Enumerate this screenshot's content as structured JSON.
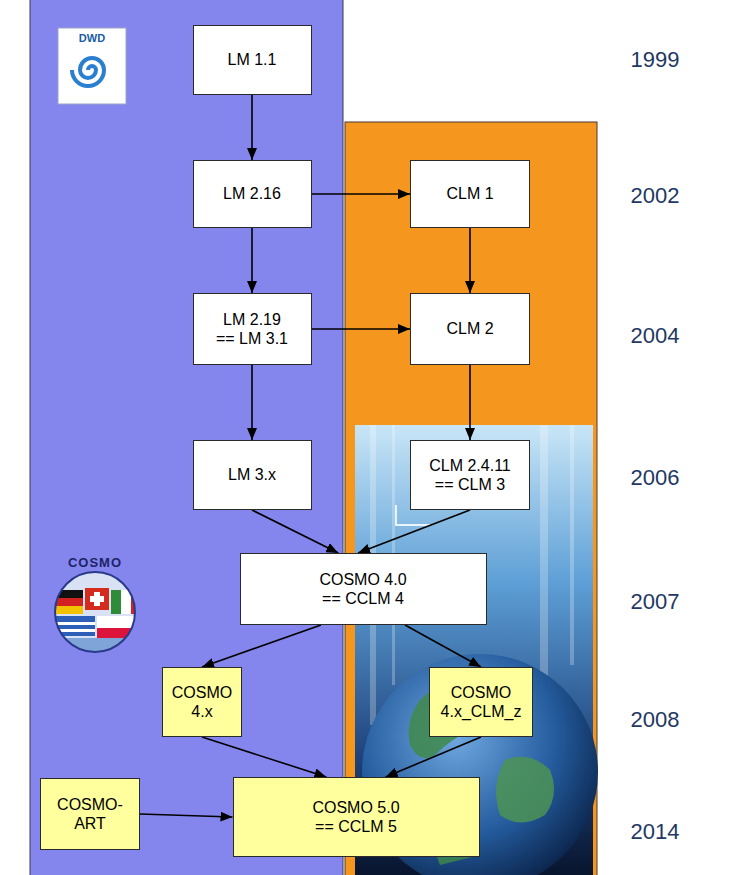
{
  "diagram": {
    "nodes": [
      {
        "text": [
          "LM 1.1"
        ]
      },
      {
        "text": [
          "LM 2.16"
        ]
      },
      {
        "text": [
          "CLM 1"
        ]
      },
      {
        "text": [
          "LM 2.19 == LM 3.1"
        ]
      },
      {
        "text": [
          "CLM 2"
        ]
      },
      {
        "text": [
          "LM 3.x"
        ]
      },
      {
        "text": [
          "CLM 2.4.11 == CLM 3"
        ]
      },
      {
        "text": [
          "COSMO 4.0 == CCLM 4"
        ]
      },
      {
        "text": [
          "COSMO 4.x"
        ]
      },
      {
        "text": [
          "COSMO 4.x_CLM_z"
        ]
      },
      {
        "text": [
          "COSMO-ART"
        ]
      },
      {
        "text": [
          "COSMO 5.0 == CCLM 5"
        ]
      }
    ],
    "edges": [
      {
        "from": 0,
        "to": 1,
        "arrow": "to"
      },
      {
        "from": 1,
        "to": 2,
        "arrow": "to"
      },
      {
        "from": 1,
        "to": 3,
        "arrow": "to"
      },
      {
        "from": 2,
        "to": 4,
        "arrow": "to"
      },
      {
        "from": 3,
        "to": 4,
        "arrow": "to"
      },
      {
        "from": 3,
        "to": 5,
        "arrow": "to"
      },
      {
        "from": 4,
        "to": 6,
        "arrow": "to"
      },
      {
        "from": 5,
        "to": 7,
        "arrow": "to"
      },
      {
        "from": 6,
        "to": 7,
        "arrow": "to"
      },
      {
        "from": 7,
        "to": 8,
        "arrow": "to"
      },
      {
        "from": 7,
        "to": 9,
        "arrow": "to"
      },
      {
        "from": 8,
        "to": 11,
        "arrow": "to"
      },
      {
        "from": 9,
        "to": 11,
        "arrow": "to"
      },
      {
        "from": 10,
        "to": 11,
        "arrow": "to"
      }
    ],
    "labels": [
      "DWD",
      "1999",
      "2002",
      "2004",
      "2006",
      "2007",
      "COSMO",
      "2008",
      "2014"
    ]
  }
}
